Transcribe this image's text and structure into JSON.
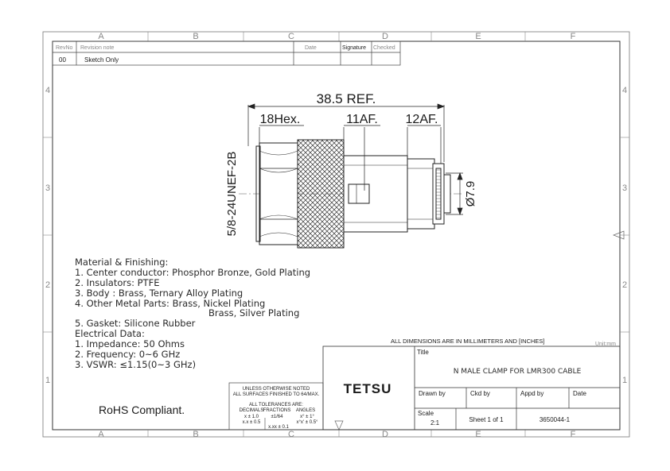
{
  "zones": {
    "columns": [
      "A",
      "B",
      "C",
      "D",
      "E",
      "F"
    ],
    "rows": [
      "4",
      "3",
      "2",
      "1"
    ]
  },
  "revision_table": {
    "headers": [
      "RevNo",
      "Revision note",
      "Date",
      "Signature",
      "Checked"
    ],
    "row": {
      "rev": "00",
      "note": "Sketch Only"
    }
  },
  "dimensions": {
    "overall": "38.5 REF.",
    "hex": "18Hex.",
    "af1": "11AF.",
    "af2": "12AF.",
    "thread": "5/8-24UNEF-2B",
    "diameter": "Ø7.9"
  },
  "notes": {
    "lines": [
      "Material & Finishing:",
      "1. Center conductor: Phosphor Bronze, Gold Plating",
      "2. Insulators: PTFE",
      "3. Body : Brass, Ternary Alloy Plating",
      "4. Other Metal Parts: Brass, Nickel Plating",
      "Brass, Silver Plating",
      "5. Gasket: Silicone Rubber",
      "Electrical Data:",
      "1. Impedance: 50 Ohms",
      "2. Frequency: 0~6 GHz",
      "3. VSWR:        ≤1.15(0~3 GHz)"
    ]
  },
  "rohs": "RoHS Compliant.",
  "tolerance_block": {
    "line1": "UNLESS OTHERWISE NOTED",
    "line2": "ALL SURFACES FINISHED TO 64/MAX.",
    "line3": "ALL TOLERANCES ARE:",
    "decimals": "DECIMALS",
    "fractions": "FRACTIONS",
    "angles": "ANGLES",
    "dec1": "x ± 1.0",
    "dec2": "x.x ± 0.5",
    "dec3": "x.xx ± 0.1",
    "frac": "±1/64",
    "ang1": "x° ± 1°",
    "ang2": "x°x' ± 0.5°"
  },
  "title_block": {
    "units_note": "ALL DIMENSIONS ARE IN MILLIMETERS AND [INCHES]",
    "unit": "Unit:mm",
    "company": "TETSU",
    "title_label": "Title",
    "title": "N MALE CLAMP FOR LMR300 CABLE",
    "drawn_by_label": "Drawn by",
    "ckd_by_label": "Ckd by",
    "appd_by_label": "Appd by",
    "date_label": "Date",
    "scale_label": "Scale",
    "scale": "2:1",
    "sheet": "Sheet 1 of 1",
    "part_number": "3650044-1"
  }
}
